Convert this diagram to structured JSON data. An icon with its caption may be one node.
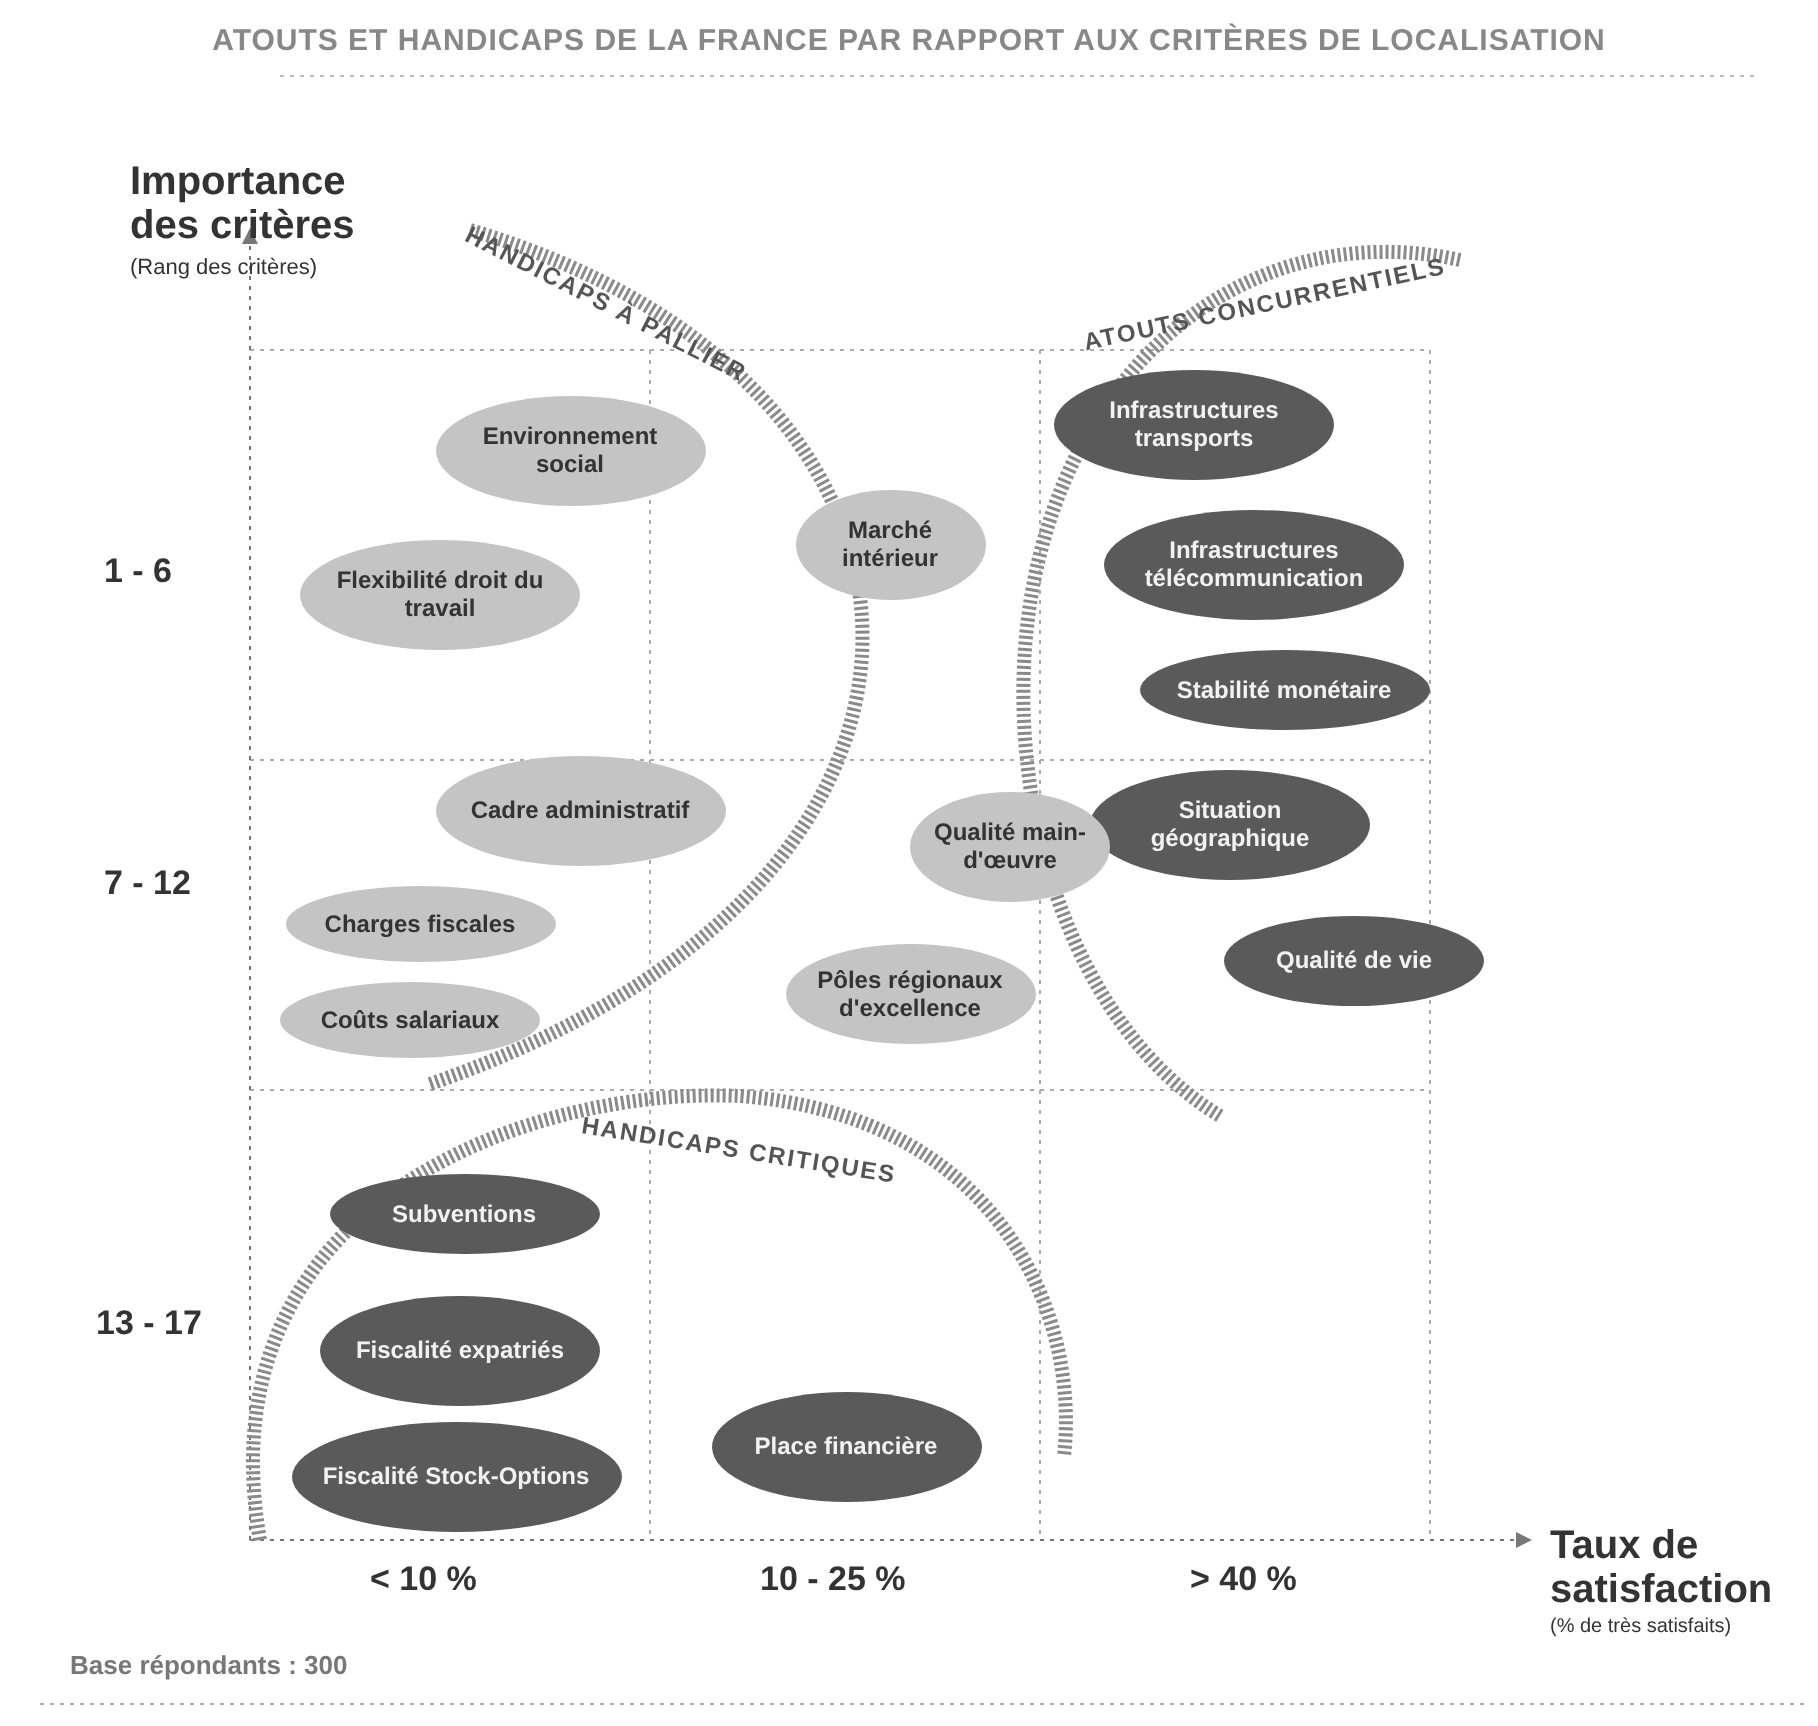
{
  "diagram": {
    "title": "ATOUTS ET HANDICAPS DE LA FRANCE PAR RAPPORT AUX CRITÈRES DE LOCALISATION",
    "nodes": [
      {
        "text": [
          "HANDICAPS À PALLIER"
        ]
      },
      {
        "text": [
          "Environnement social"
        ],
        "in": 0
      },
      {
        "text": [
          "Flexibilité droit du travail"
        ],
        "in": 0
      },
      {
        "text": [
          "Cadre administratif"
        ],
        "in": 0
      },
      {
        "text": [
          "Charges fiscales"
        ],
        "in": 0
      },
      {
        "text": [
          "Coûts salariaux"
        ],
        "in": 0
      },
      {
        "text": [
          "Marché intérieur"
        ]
      },
      {
        "text": [
          "ATOUTS CONCURRENTIELS"
        ]
      },
      {
        "text": [
          "Infrastructures transports"
        ],
        "in": 7
      },
      {
        "text": [
          "Infrastructures télécommunication"
        ],
        "in": 7
      },
      {
        "text": [
          "Stabilité monétaire"
        ],
        "in": 7
      },
      {
        "text": [
          "Situation géographique"
        ],
        "in": 7
      },
      {
        "text": [
          "Qualité de vie"
        ],
        "in": 7
      },
      {
        "text": [
          "Qualité main-d'œuvre"
        ]
      },
      {
        "text": [
          "Pôles régionaux d'excellence"
        ]
      },
      {
        "text": [
          "HANDICAPS CRITIQUES"
        ]
      },
      {
        "text": [
          "Subventions"
        ],
        "in": 15
      },
      {
        "text": [
          "Fiscalité expatriés"
        ],
        "in": 15
      },
      {
        "text": [
          "Fiscalité Stock-Options"
        ],
        "in": 15
      },
      {
        "text": [
          "Place financière"
        ],
        "in": 15
      }
    ],
    "labels": [
      "Importance des critères",
      "(Rang des critères)",
      "1 - 6",
      "7 - 12",
      "13 - 17",
      "< 10 %",
      "10 - 25 %",
      "> 40 %",
      "Taux de satisfaction",
      "(% de très satisfaits)",
      "Base répondants : 300"
    ]
  }
}
